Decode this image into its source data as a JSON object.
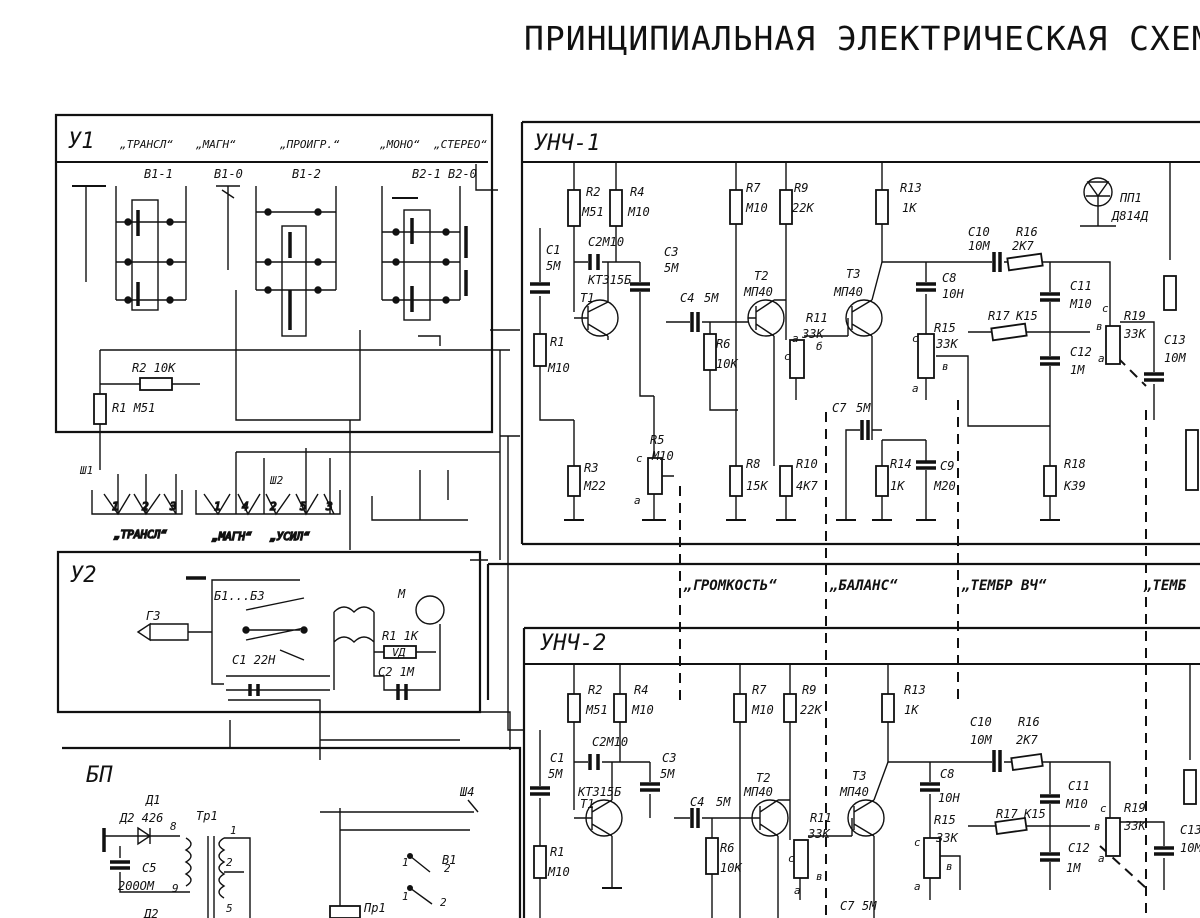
{
  "title": "ПРИНЦИПИАЛЬНАЯ   ЭЛЕКТРИЧЕСКАЯ  СХЕМ",
  "blocks": {
    "u1": "У1",
    "u2": "У2",
    "bp": "БП",
    "unch1": "УНЧ-1",
    "unch2": "УНЧ-2"
  },
  "switch_modes": {
    "transl": "„ТРАНСЛ“",
    "magn": "„МАГН“",
    "proigr": "„ПРОИГР.“",
    "mono": "„МОНО“",
    "stereo": "„СТЕРЕО“"
  },
  "u1_switches": {
    "b1_1": "В1-1",
    "b1_0": "В1-0",
    "b1_2": "В1-2",
    "b2_1": "В2-1",
    "b2_0": "В2-0"
  },
  "u1_parts": {
    "r2": "R2  10К",
    "r1": "R1  М51",
    "w1_mark": "Ш1",
    "w2_mark": "Ш2",
    "jack_transl": "„ТРАНСЛ“",
    "jack_magn": "„МАГН“",
    "jack_usil": "„УСИЛ“"
  },
  "u2_parts": {
    "g3": "Г3",
    "b1_b3": "Б1...Б3",
    "m": "М",
    "r1": "R1  1К",
    "c1": "C1  22Н",
    "c2": "C2  1М",
    "vd": "VД"
  },
  "bp_parts": {
    "d1": "Д1",
    "d2": "Д2 426",
    "c5": "C5",
    "c5_val": "200ОМ",
    "tr1": "Тр1",
    "w4": "Ш4",
    "pr1": "Пр1",
    "b1": "В1",
    "d2b": "Д2"
  },
  "controls": {
    "volume": "„ГРОМКОСТЬ“",
    "balance": "„БАЛАНС“",
    "treble": "„ТЕМБР ВЧ“",
    "bass": "„ТЕМБ"
  },
  "unch_components": [
    {
      "ref": "R2",
      "val": "М51"
    },
    {
      "ref": "R4",
      "val": "М10"
    },
    {
      "ref": "C1",
      "val": "5М"
    },
    {
      "ref": "C2",
      "val": "М10"
    },
    {
      "ref": "C3",
      "val": "5М"
    },
    {
      "ref": "T1",
      "val": "КТ315Б"
    },
    {
      "ref": "R1",
      "val": "М10"
    },
    {
      "ref": "R3",
      "val": "М22"
    },
    {
      "ref": "R5",
      "val": "М10"
    },
    {
      "ref": "C4",
      "val": "5М"
    },
    {
      "ref": "R6",
      "val": "10К"
    },
    {
      "ref": "R7",
      "val": "М10"
    },
    {
      "ref": "R9",
      "val": "22К"
    },
    {
      "ref": "T2",
      "val": "МП40"
    },
    {
      "ref": "R8",
      "val": "15К"
    },
    {
      "ref": "R10",
      "val": "4К7"
    },
    {
      "ref": "R11",
      "val": "33К"
    },
    {
      "ref": "T3",
      "val": "МП40"
    },
    {
      "ref": "R13",
      "val": "1К"
    },
    {
      "ref": "C7",
      "val": "5М"
    },
    {
      "ref": "R14",
      "val": "1К"
    },
    {
      "ref": "C9",
      "val": "М20"
    },
    {
      "ref": "C8",
      "val": "10Н"
    },
    {
      "ref": "C10",
      "val": "10М"
    },
    {
      "ref": "R16",
      "val": "2К7"
    },
    {
      "ref": "R15",
      "val": "33К"
    },
    {
      "ref": "R17",
      "val": "К15"
    },
    {
      "ref": "C11",
      "val": "М10"
    },
    {
      "ref": "C12",
      "val": "1М"
    },
    {
      "ref": "R18",
      "val": "К39"
    },
    {
      "ref": "R19",
      "val": "33К"
    },
    {
      "ref": "C13",
      "val": "10М"
    },
    {
      "ref": "ПП1",
      "val": "Д814Д"
    }
  ],
  "pin_letters": {
    "a": "а",
    "b": "б",
    "c": "с",
    "v": "в"
  }
}
